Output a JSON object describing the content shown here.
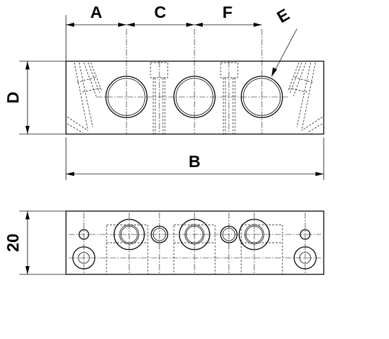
{
  "labels": {
    "a": "A",
    "c": "C",
    "f": "F",
    "e": "E",
    "d": "D",
    "b": "B",
    "height": "20"
  },
  "colors": {
    "line": "#000000",
    "background": "#ffffff"
  }
}
